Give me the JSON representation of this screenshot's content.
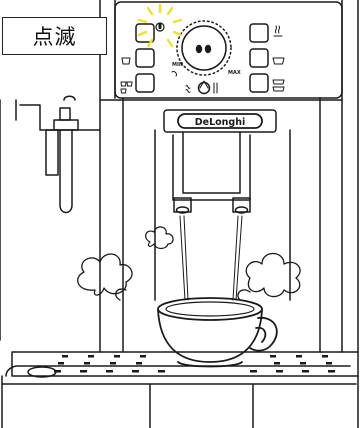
{
  "callout": {
    "label": "点滅"
  },
  "machine": {
    "brand": "DeLonghi",
    "dial_min_label": "MIN",
    "dial_max_label": "MAX"
  },
  "icons": [
    "blinking-light-icon",
    "beans-dial-icon",
    "hot-water-icon",
    "espresso-cup-icon",
    "double-cup-icon",
    "steam-icon",
    "power-icon",
    "coffee-cup-icon",
    "rinse-icon",
    "descale-icon"
  ],
  "colors": {
    "outline": "#1a1a1a",
    "blink_highlight": "#f3e21a",
    "background": "#ffffff"
  }
}
